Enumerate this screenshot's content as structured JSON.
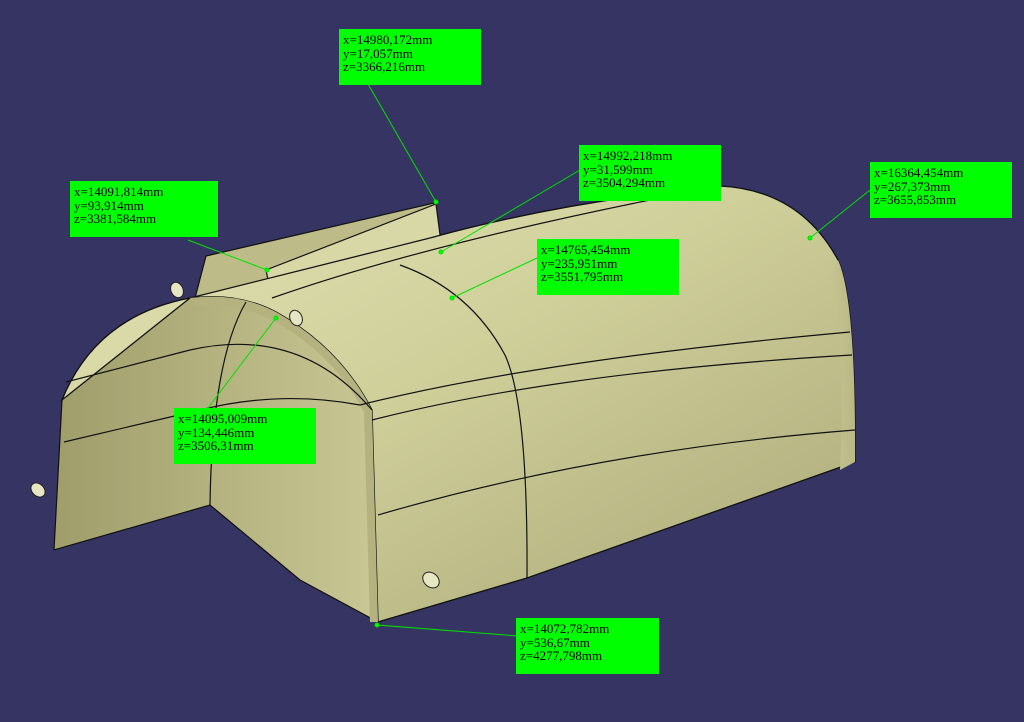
{
  "viewport": {
    "background": "#353463",
    "surface_color": "#c8c890",
    "annotation_color": "#00ff00"
  },
  "annotations": [
    {
      "x": "x=14980,172mm",
      "y": "y=17,057mm",
      "z": "z=3366,216mm"
    },
    {
      "x": "x=14992,218mm",
      "y": "y=31,599mm",
      "z": "z=3504,294mm"
    },
    {
      "x": "x=16364,454mm",
      "y": "y=267,373mm",
      "z": "z=3655,853mm"
    },
    {
      "x": "x=14091,814mm",
      "y": "y=93,914mm",
      "z": "z=3381,584mm"
    },
    {
      "x": "x=14765,454mm",
      "y": "y=235,951mm",
      "z": "z=3551,795mm"
    },
    {
      "x": "x=14095,009mm",
      "y": "y=134,446mm",
      "z": "z=3506,31mm"
    },
    {
      "x": "x=14072,782mm",
      "y": "y=536,67mm",
      "z": "z=4277,798mm"
    }
  ]
}
